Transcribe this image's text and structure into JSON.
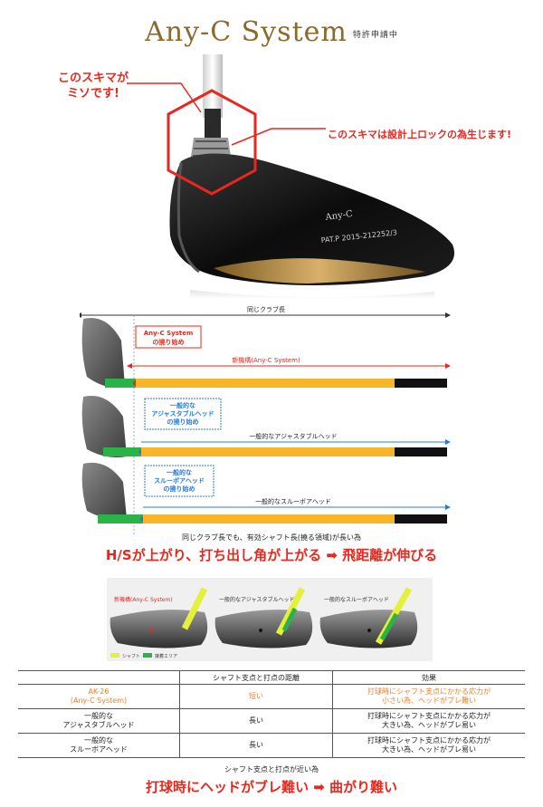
{
  "header": {
    "title": "Any-C System",
    "title_sub": "特許申請中"
  },
  "hero": {
    "callout_left_line1": "このスキマが",
    "callout_left_line2": "ミソです!",
    "callout_right": "このスキマは設計上ロックの為生じます!",
    "club_text_model": "Any-C",
    "club_text_pat": "PAT.P 2015-212252/3"
  },
  "diagram": {
    "top_label": "同じクラブ長",
    "anyc_box_line1": "Any-C System",
    "anyc_box_line2": "の撓り始め",
    "new_structure": "新機構(Any-C System)",
    "adjust_box_line1": "一般的な",
    "adjust_box_line2": "アジャスタブルヘッド",
    "adjust_box_line3": "の撓り始め",
    "adjust_arrow": "一般的なアジャスタブルヘッド",
    "slow_box_line1": "一般的な",
    "slow_box_line2": "スルーボアヘッド",
    "slow_box_line3": "の撓り始め",
    "slow_arrow": "一般的なスルーボアヘッド",
    "bottom_caption": "同じクラブ長でも、有効シャフト長(撓る領域)が長い為",
    "headline": "H/Sが上がり、打ち出し角が上がる ➡ 飛距離が伸びる"
  },
  "comparison": {
    "label1": "新機構(Any-C System)",
    "label2": "一般的なアジャスタブルヘッド",
    "label3": "一般的なスルーボアヘッド",
    "legend_shaft": "シャフト",
    "legend_area": "接着エリア"
  },
  "table": {
    "col_header_2": "シャフト支点と打点の距離",
    "col_header_3": "効果",
    "rows": [
      {
        "name1": "AK-26",
        "name2": "(Any-C System)",
        "distance": "短い",
        "effect1": "打球時にシャフト支点にかかる応力が",
        "effect2": "小さい為、ヘッドがブレ難い"
      },
      {
        "name1": "一般的な",
        "name2": "アジャスタブルヘッド",
        "distance": "長い",
        "effect1": "打球時にシャフト支点にかかる応力が",
        "effect2": "大きい為、ヘッドがブレ易い"
      },
      {
        "name1": "一般的な",
        "name2": "スルーボアヘッド",
        "distance": "長い",
        "effect1": "打球時にシャフト支点にかかる応力が",
        "effect2": "大きい為、ヘッドがブレ易い"
      }
    ]
  },
  "footer": {
    "caption": "シャフト支点と打点が近い為",
    "headline": "打球時にヘッドがブレ難い ➡ 曲がり難い"
  },
  "colors": {
    "accent_red": "#e8281e",
    "gold": "#8a6a2e",
    "shaft_yellow": "#f7b52a",
    "blue": "#2a7bd6",
    "green": "#2bb34a"
  }
}
